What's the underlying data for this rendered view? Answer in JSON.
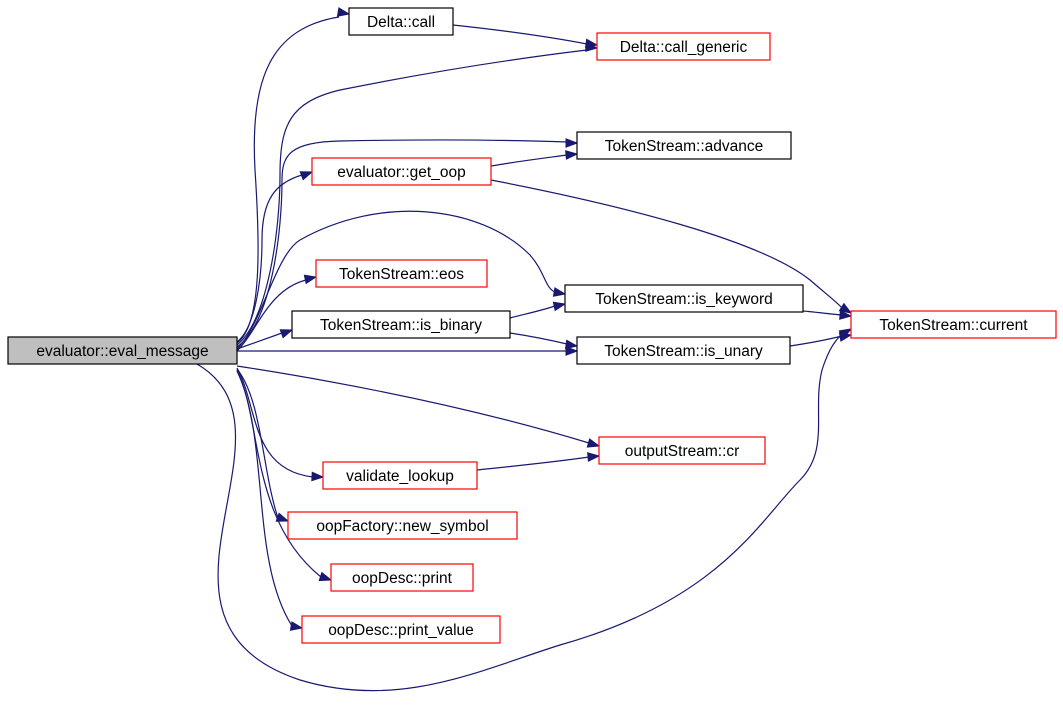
{
  "colors": {
    "edge": "#191970",
    "root_fill": "#bfbfbf",
    "root_border": "#000000",
    "linked_border": "#000000",
    "undocumented_border": "#ff0000",
    "node_fill": "#ffffff"
  },
  "nodes": [
    {
      "id": "eval_message",
      "label": "evaluator::eval_message",
      "style": "root"
    },
    {
      "id": "delta_call",
      "label": "Delta::call",
      "style": "black"
    },
    {
      "id": "call_generic",
      "label": "Delta::call_generic",
      "style": "red"
    },
    {
      "id": "advance",
      "label": "TokenStream::advance",
      "style": "black"
    },
    {
      "id": "get_oop",
      "label": "evaluator::get_oop",
      "style": "red"
    },
    {
      "id": "eos",
      "label": "TokenStream::eos",
      "style": "red"
    },
    {
      "id": "is_keyword",
      "label": "TokenStream::is_keyword",
      "style": "black"
    },
    {
      "id": "is_binary",
      "label": "TokenStream::is_binary",
      "style": "black"
    },
    {
      "id": "current",
      "label": "TokenStream::current",
      "style": "red"
    },
    {
      "id": "is_unary",
      "label": "TokenStream::is_unary",
      "style": "black"
    },
    {
      "id": "cr",
      "label": "outputStream::cr",
      "style": "red"
    },
    {
      "id": "validate",
      "label": "validate_lookup",
      "style": "red"
    },
    {
      "id": "new_symbol",
      "label": "oopFactory::new_symbol",
      "style": "red"
    },
    {
      "id": "print",
      "label": "oopDesc::print",
      "style": "red"
    },
    {
      "id": "print_value",
      "label": "oopDesc::print_value",
      "style": "red"
    }
  ],
  "edges": [
    {
      "from": "eval_message",
      "to": "delta_call"
    },
    {
      "from": "eval_message",
      "to": "call_generic"
    },
    {
      "from": "eval_message",
      "to": "advance"
    },
    {
      "from": "eval_message",
      "to": "get_oop"
    },
    {
      "from": "eval_message",
      "to": "is_keyword"
    },
    {
      "from": "eval_message",
      "to": "eos"
    },
    {
      "from": "eval_message",
      "to": "is_binary"
    },
    {
      "from": "eval_message",
      "to": "is_unary"
    },
    {
      "from": "eval_message",
      "to": "cr"
    },
    {
      "from": "eval_message",
      "to": "validate"
    },
    {
      "from": "eval_message",
      "to": "new_symbol"
    },
    {
      "from": "eval_message",
      "to": "print"
    },
    {
      "from": "eval_message",
      "to": "print_value"
    },
    {
      "from": "eval_message",
      "to": "current"
    },
    {
      "from": "delta_call",
      "to": "call_generic"
    },
    {
      "from": "get_oop",
      "to": "advance"
    },
    {
      "from": "get_oop",
      "to": "current"
    },
    {
      "from": "is_binary",
      "to": "is_keyword"
    },
    {
      "from": "is_binary",
      "to": "is_unary"
    },
    {
      "from": "is_keyword",
      "to": "current"
    },
    {
      "from": "is_unary",
      "to": "current"
    },
    {
      "from": "validate",
      "to": "cr"
    }
  ]
}
